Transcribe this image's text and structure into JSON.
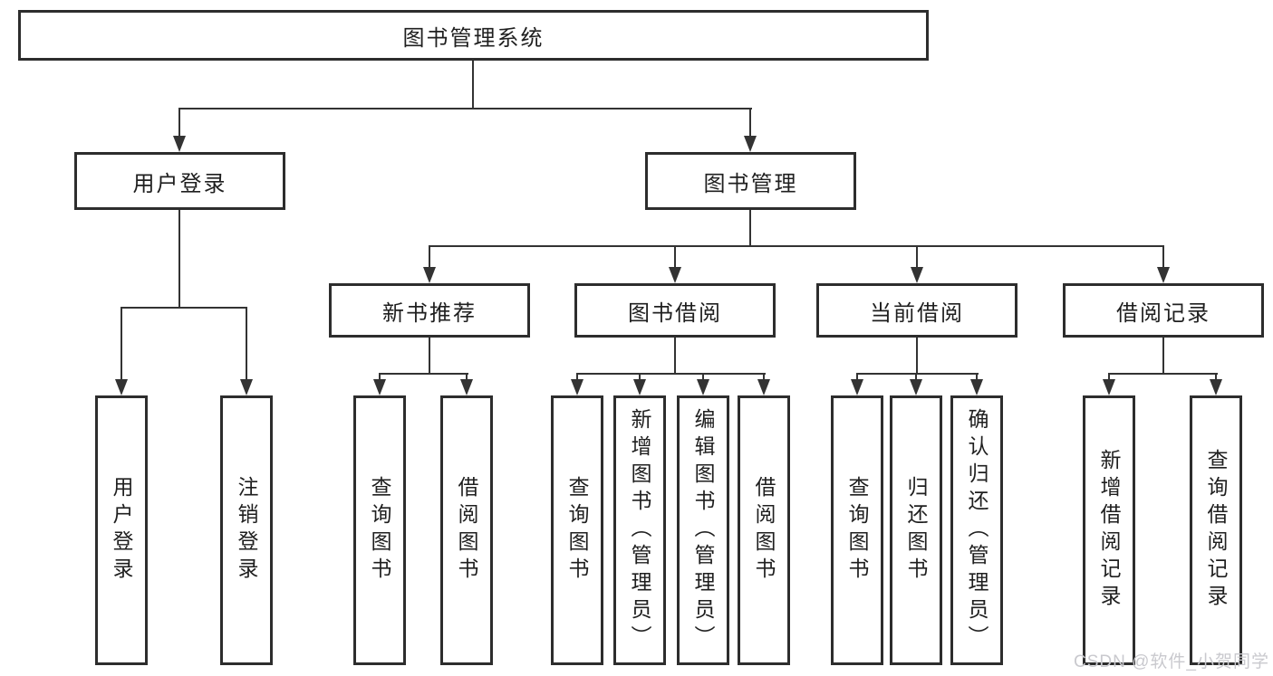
{
  "diagram": {
    "title": "图书管理系统",
    "root": "图书管理系统",
    "level2": [
      "用户登录",
      "图书管理"
    ],
    "level3": [
      "新书推荐",
      "图书借阅",
      "当前借阅",
      "借阅记录"
    ],
    "leaves": {
      "user_login": [
        "用户登录",
        "注销登录"
      ],
      "new_book_recommend": [
        "查询图书",
        "借阅图书"
      ],
      "book_borrow": [
        "查询图书",
        "新增图书（管理员）",
        "编辑图书（管理员）",
        "借阅图书"
      ],
      "current_borrow": [
        "查询图书",
        "归还图书",
        "确认归还（管理员）"
      ],
      "borrow_record": [
        "新增借阅记录",
        "查询借阅记录"
      ]
    },
    "watermark": "CSDN @软件_小贺同学",
    "colors": {
      "line": "#333333",
      "box_border": "#2d2d2d",
      "text": "#1f1f1f",
      "background": "#ffffff",
      "watermark": "#c9c9ce"
    }
  }
}
